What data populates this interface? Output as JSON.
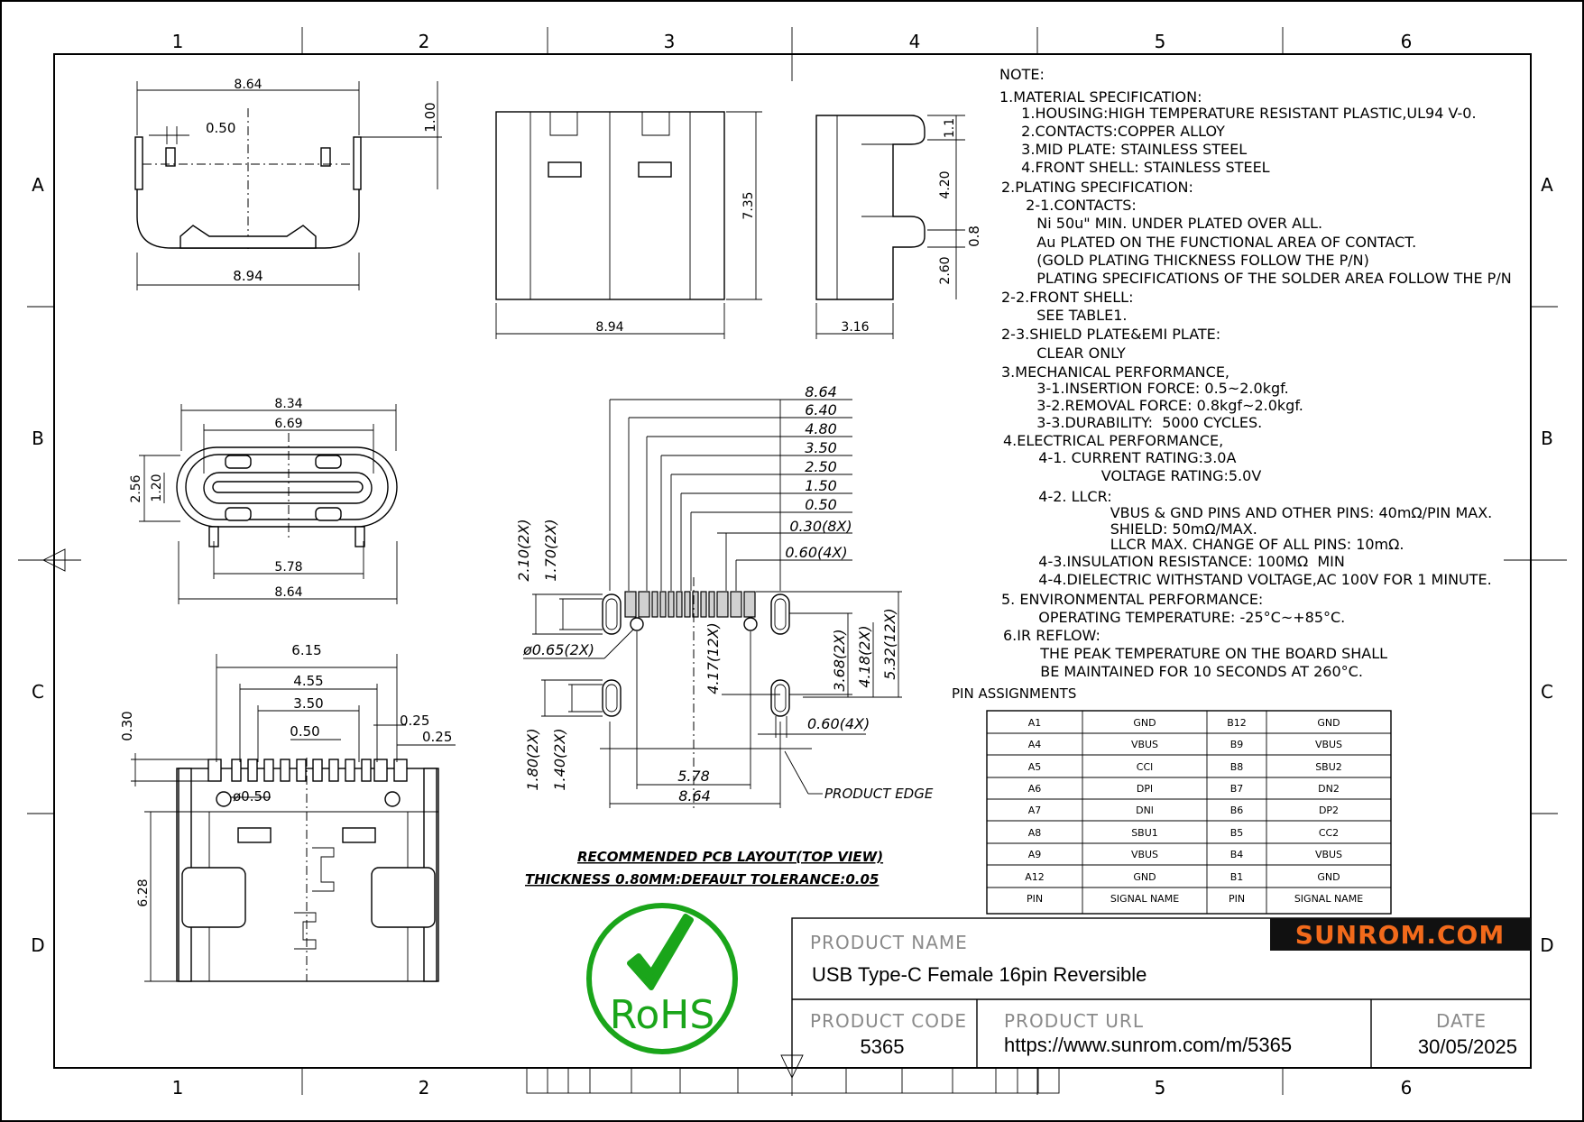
{
  "grid": {
    "columns": [
      "1",
      "2",
      "3",
      "4",
      "5",
      "6"
    ],
    "rows": [
      "A",
      "B",
      "C",
      "D"
    ]
  },
  "views": {
    "front": {
      "d_top": "8.64",
      "d_pitch": "0.50",
      "d_height": "1.00",
      "d_bottom": "8.94"
    },
    "top": {
      "d_width": "8.94",
      "d_height": "7.35"
    },
    "side": {
      "d_a": "1.1",
      "d_b": "4.20",
      "d_c": "0.8",
      "d_d": "2.60",
      "d_width": "3.16"
    },
    "opening": {
      "d1": "8.34",
      "d2": "6.69",
      "d3": "2.56",
      "d4": "1.20",
      "d5": "5.78",
      "d6": "8.64"
    },
    "bottom": {
      "d1": "6.15",
      "d2": "4.55",
      "d3": "3.50",
      "d4": "0.50",
      "d5": "0.25",
      "d6": "0.25",
      "d7": "0.30",
      "d8": "ø0.50",
      "d9": "6.28"
    },
    "pcb": {
      "top_dims": [
        "8.64",
        "6.40",
        "4.80",
        "3.50",
        "2.50",
        "1.50",
        "0.50",
        "0.30(8X)",
        "0.60(4X)"
      ],
      "left_dims": [
        "2.10(2X)",
        "1.70(2X)"
      ],
      "hole": "ø0.65(2X)",
      "mid_dim": "4.17(12X)",
      "right_dims": [
        "3.68(2X)",
        "4.18(2X)",
        "5.32(12X)"
      ],
      "slot_dims": [
        "1.80(2X)",
        "1.40(2X)"
      ],
      "slot_width": "0.60(4X)",
      "bottom_dims": [
        "5.78",
        "8.64"
      ],
      "edge": "PRODUCT EDGE",
      "caption1": "RECOMMENDED PCB LAYOUT(TOP VIEW)",
      "caption2": "THICKNESS 0.80MM:DEFAULT TOLERANCE:0.05"
    }
  },
  "notes": [
    "NOTE:",
    "1.MATERIAL SPECIFICATION:",
    "  1.HOUSING:HIGH TEMPERATURE RESISTANT PLASTIC,UL94 V-0.",
    "  2.CONTACTS:COPPER ALLOY",
    "  3.MID PLATE: STAINLESS STEEL",
    "  4.FRONT SHELL: STAINLESS STEEL",
    "2.PLATING SPECIFICATION:",
    "  2-1.CONTACTS:",
    "   Ni 50u\" MIN. UNDER PLATED OVER ALL.",
    "   Au PLATED ON THE FUNCTIONAL AREA OF CONTACT.",
    "   (GOLD PLATING THICKNESS FOLLOW THE P/N)",
    "   PLATING SPECIFICATIONS OF THE SOLDER AREA FOLLOW THE P/N",
    "2-2.FRONT SHELL:",
    "   SEE TABLE1.",
    "2-3.SHIELD PLATE&EMI PLATE:",
    "   CLEAR ONLY",
    "3.MECHANICAL PERFORMANCE,",
    "   3-1.INSERTION FORCE: 0.5~2.0kgf.",
    "   3-2.REMOVAL FORCE: 0.8kgf~2.0kgf.",
    "   3-3.DURABILITY:  5000 CYCLES.",
    "4.ELECTRICAL PERFORMANCE,",
    "   4-1. CURRENT RATING:3.0A",
    "        VOLTAGE RATING:5.0V",
    "   4-2. LLCR:",
    "        VBUS & GND PINS AND OTHER PINS: 40mΩ/PIN MAX.",
    "        SHIELD: 50mΩ/MAX.",
    "        LLCR MAX. CHANGE OF ALL PINS: 10mΩ.",
    "   4-3.INSULATION RESISTANCE: 100MΩ  MIN",
    "   4-4.DIELECTRIC WITHSTAND VOLTAGE,AC 100V FOR 1 MINUTE.",
    "5. ENVIRONMENTAL PERFORMANCE:",
    "   OPERATING TEMPERATURE: -25°C~+85°C.",
    "6.IR REFLOW:",
    "   THE PEAK TEMPERATURE ON THE BOARD SHALL",
    "   BE MAINTAINED FOR 10 SECONDS AT 260°C."
  ],
  "pin_table": {
    "title": "PIN ASSIGNMENTS",
    "rows": [
      [
        "A1",
        "GND",
        "B12",
        "GND"
      ],
      [
        "A4",
        "VBUS",
        "B9",
        "VBUS"
      ],
      [
        "A5",
        "CCl",
        "B8",
        "SBU2"
      ],
      [
        "A6",
        "DPl",
        "B7",
        "DN2"
      ],
      [
        "A7",
        "DNl",
        "B6",
        "DP2"
      ],
      [
        "A8",
        "SBU1",
        "B5",
        "CC2"
      ],
      [
        "A9",
        "VBUS",
        "B4",
        "VBUS"
      ],
      [
        "A12",
        "GND",
        "B1",
        "GND"
      ],
      [
        "PIN",
        "SIGNAL NAME",
        "PIN",
        "SIGNAL NAME"
      ]
    ]
  },
  "rohs": {
    "text": "RoHS",
    "color": "#1aa51a"
  },
  "brand": {
    "logo_text": "SUNROM.COM",
    "logo_color": "#f26a1b"
  },
  "title_block": {
    "product_name_label": "PRODUCT NAME",
    "product_name": "USB Type-C Female 16pin Reversible",
    "product_code_label": "PRODUCT CODE",
    "product_code": "5365",
    "product_url_label": "PRODUCT URL",
    "product_url": "https://www.sunrom.com/m/5365",
    "date_label": "DATE",
    "date": "30/05/2025"
  }
}
